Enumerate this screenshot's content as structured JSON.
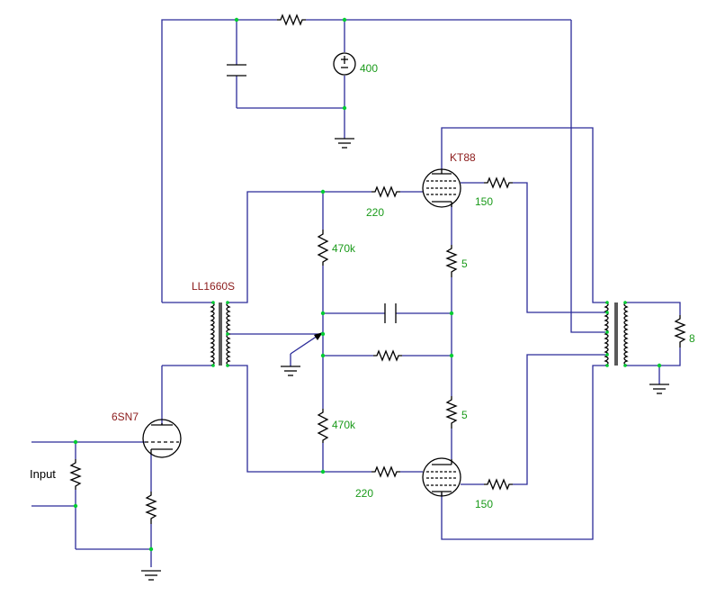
{
  "supply": {
    "voltage": "400"
  },
  "labels": {
    "input_transformer": "LL1660S",
    "driver_tube": "6SN7",
    "output_tube": "KT88",
    "input": "Input",
    "load": "8"
  },
  "values": {
    "grid_upper": "470k",
    "grid_lower": "470k",
    "grid_stop_upper": "220",
    "grid_stop_lower": "220",
    "screen_upper": "150",
    "screen_lower": "150",
    "cathode_upper": "5",
    "cathode_lower": "5"
  },
  "colors": {
    "wire": "#2b2b99",
    "value_label": "#1a9a1a",
    "part_label": "#8b1a1a",
    "junction": "#00cc33"
  }
}
